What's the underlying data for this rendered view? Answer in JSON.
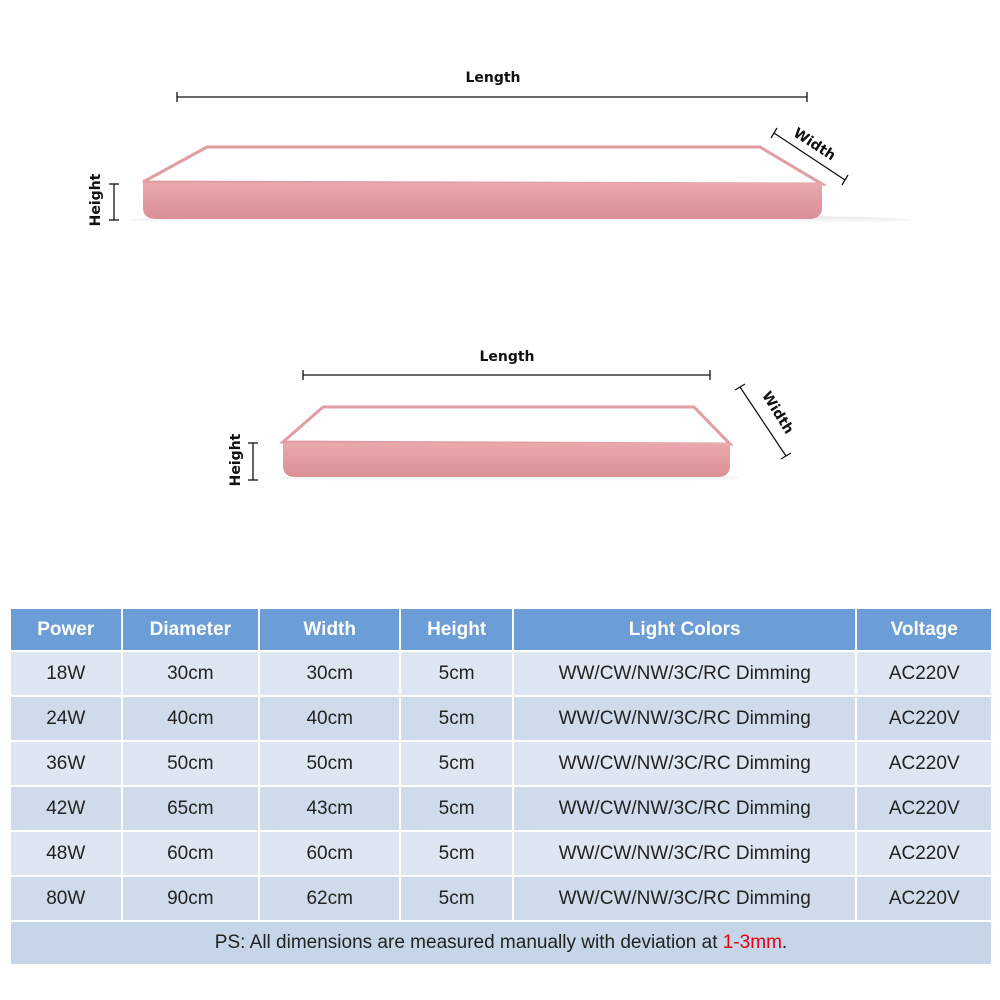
{
  "diagram": {
    "large": {
      "length_label": "Length",
      "width_label": "Width",
      "height_label": "Height"
    },
    "small": {
      "length_label": "Length",
      "width_label": "Width",
      "height_label": "Height"
    },
    "panel_color": "#e09da2"
  },
  "table": {
    "headers": [
      "Power",
      "Diameter",
      "Width",
      "Height",
      "Light Colors",
      "Voltage"
    ],
    "rows": [
      [
        "18W",
        "30cm",
        "30cm",
        "5cm",
        "WW/CW/NW/3C/RC Dimming",
        "AC220V"
      ],
      [
        "24W",
        "40cm",
        "40cm",
        "5cm",
        "WW/CW/NW/3C/RC Dimming",
        "AC220V"
      ],
      [
        "36W",
        "50cm",
        "50cm",
        "5cm",
        "WW/CW/NW/3C/RC Dimming",
        "AC220V"
      ],
      [
        "42W",
        "65cm",
        "43cm",
        "5cm",
        "WW/CW/NW/3C/RC Dimming",
        "AC220V"
      ],
      [
        "48W",
        "60cm",
        "60cm",
        "5cm",
        "WW/CW/NW/3C/RC Dimming",
        "AC220V"
      ],
      [
        "80W",
        "90cm",
        "62cm",
        "5cm",
        "WW/CW/NW/3C/RC Dimming",
        "AC220V"
      ]
    ],
    "note_prefix": "PS: All dimensions are measured manually with deviation at ",
    "note_highlight": "1-3mm",
    "note_suffix": "."
  },
  "colors": {
    "header_bg": "#6b9ed6",
    "row_bg": "#dde6f1",
    "highlight": "#e3000f"
  }
}
